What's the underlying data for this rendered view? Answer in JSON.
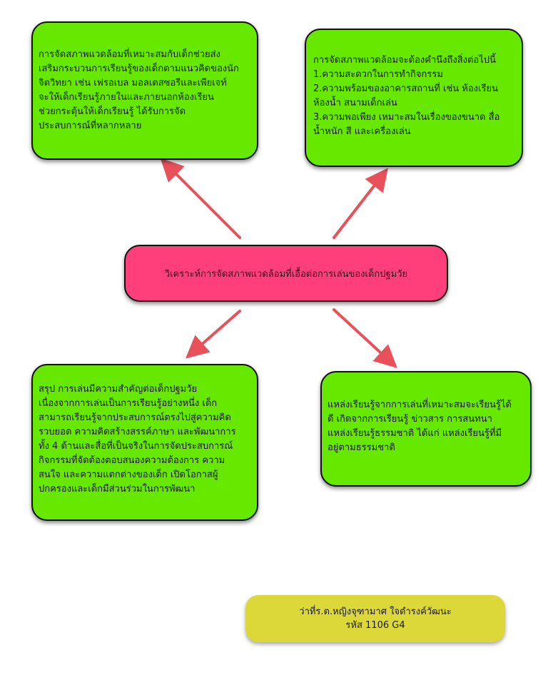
{
  "center": {
    "text": "วิเคราะห์การจัดสภาพแวดล้อมที่เอื้อต่อการเล่นของเด็กปฐมวัย"
  },
  "top_left": {
    "lines": [
      "การจัดสภาพแวดล้อมที่เหมาะสมกับเด็กช่วยส่ง",
      "เสริมกระบวนการเรียนรู้ของเด็กตามแนวคิดของนัก",
      "จิตวิทยา เช่น เฟรอเบล มอลเตสซอรีและเพียเจท์",
      "จะให้เด็กเรียนรู้ภายในและภายนอกห้องเรียน",
      "ช่วยกระตุ้นให้เด็กเรียนรู้ ได้รับการจัด",
      "ประสบการณ์ที่หลากหลาย"
    ]
  },
  "top_right": {
    "lines": [
      "การจัดสภาพแวดล้อมจะต้องคำนึงถึงสิ่งต่อไปนี้",
      "1.ความสะดวกในการทำกิจกรรม",
      "2.ความพร้อมของอาคารสถานที่ เช่น ห้องเรียน",
      "ห้องน้ำ สนามเด็กเล่น",
      "3.ความพอเพียง เหมาะสมในเรื่องของขนาด สื่อ",
      "น้ำหนัก สี และเครื่องเล่น"
    ]
  },
  "bottom_left": {
    "lines": [
      "สรุป การเล่นมีความสำคัญต่อเด็กปฐมวัย",
      "เนื่องจากการเล่นเป็นการเรียนรู้อย่างหนึ่ง เด็ก",
      "สามารถเรียนรู้จากประสบการณ์ตรงไปสู่ความคิด",
      "รวบยอด ความคิดสร้างสรรค์ภาษา และพัฒนาการ",
      "ทั้ง 4 ด้านและสื่อที่เป็นจริงในการจัดประสบการณ์",
      "กิจกรรมที่จัดต้องตอบสนองความต้องการ ความ",
      "สนใจ และความแตกต่างของเด็ก เปิดโอกาสผู้",
      "ปกครองและเด็กมีส่วนร่วมในการพัฒนา"
    ]
  },
  "bottom_right": {
    "lines": [
      "แหล่งเรียนรู้จากการเล่นที่เหมาะสมจะเรียนรู้ได้",
      "ดี เกิดจากการเรียนรู้ ข่าวสาร การสนทนา",
      "แหล่งเรียนรู้ธรรมชาติ ได้แก่ แหล่งเรียนรู้ที่มี",
      "อยู่ตามธรรมชาติ"
    ]
  },
  "author": {
    "name": "ว่าที่ร.ต.หญิงจุฑามาศ ใจดำรงค์วัฒนะ",
    "code": "รหัส 1106 G4"
  },
  "colors": {
    "box_green": "#66e800",
    "center_pink": "#ff3f7c",
    "name_yellow": "#ddd83a",
    "arrow_red": "#e8505a"
  }
}
